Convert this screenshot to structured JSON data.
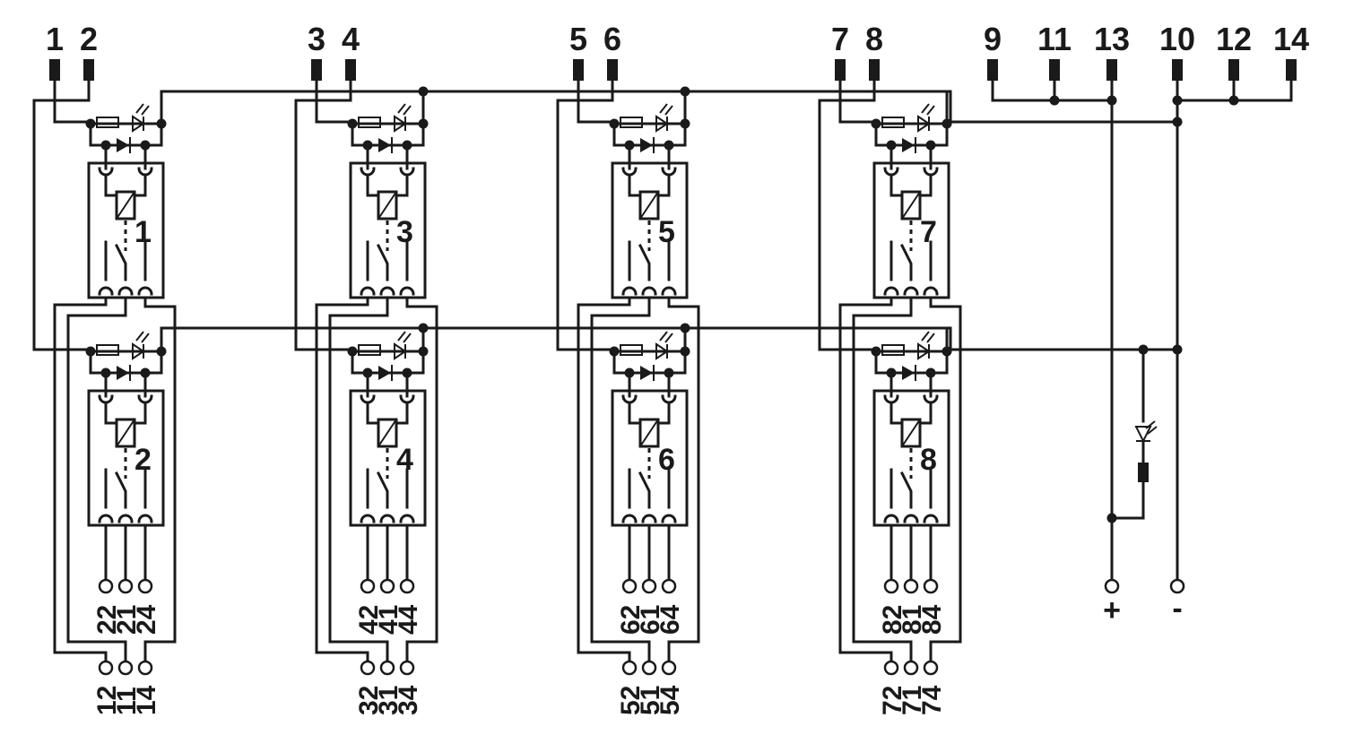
{
  "top_terminals": [
    "1",
    "2",
    "3",
    "4",
    "5",
    "6",
    "7",
    "8",
    "9",
    "11",
    "13",
    "10",
    "12",
    "14"
  ],
  "relays": [
    "1",
    "2",
    "3",
    "4",
    "5",
    "6",
    "7",
    "8"
  ],
  "inner_contacts": [
    [
      "22",
      "21",
      "24"
    ],
    [
      "42",
      "41",
      "44"
    ],
    [
      "62",
      "61",
      "64"
    ],
    [
      "82",
      "81",
      "84"
    ]
  ],
  "outer_contacts": [
    [
      "12",
      "11",
      "14"
    ],
    [
      "32",
      "31",
      "34"
    ],
    [
      "52",
      "51",
      "54"
    ],
    [
      "72",
      "71",
      "74"
    ]
  ],
  "supply": {
    "plus": "+",
    "minus": "-"
  }
}
